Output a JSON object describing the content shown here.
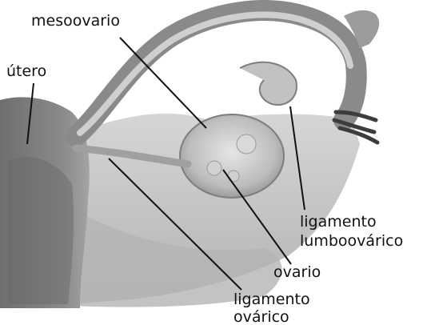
{
  "labels": {
    "mesoovario": "mesoovario",
    "utero": "útero",
    "ligamento_lumboovarico": {
      "line1": "ligamento",
      "line2": "lumboovárico"
    },
    "ovario": "ovario",
    "ligamento_ovarico": {
      "line1": "ligamento",
      "line2": "ovárico"
    }
  },
  "colors": {
    "background": "#ffffff",
    "tissue_dark": "#7a7a7a",
    "tissue_mid": "#a8a8a8",
    "tissue_light": "#d6d6d6",
    "leader_line": "#111111",
    "label_text": "#111111"
  }
}
